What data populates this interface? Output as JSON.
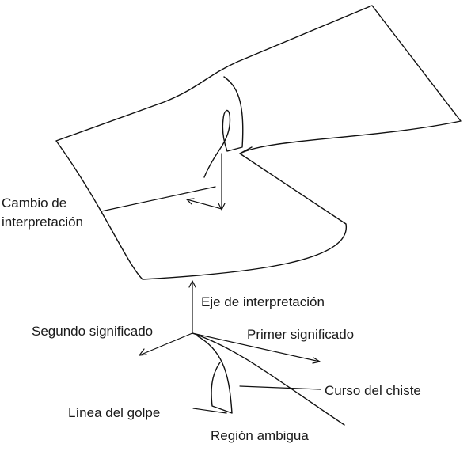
{
  "labels": {
    "change_of_interpretation_line1": "Cambio de",
    "change_of_interpretation_line2": "interpretación",
    "interpretation_axis": "Eje de interpretación",
    "second_meaning": "Segundo significado",
    "first_meaning": "Primer significado",
    "joke_course": "Curso del chiste",
    "punchline": "Línea del golpe",
    "ambiguous_region": "Región ambigua"
  },
  "colors": {
    "line": "#111111",
    "text": "#1a1a1a",
    "background": "#ffffff"
  }
}
